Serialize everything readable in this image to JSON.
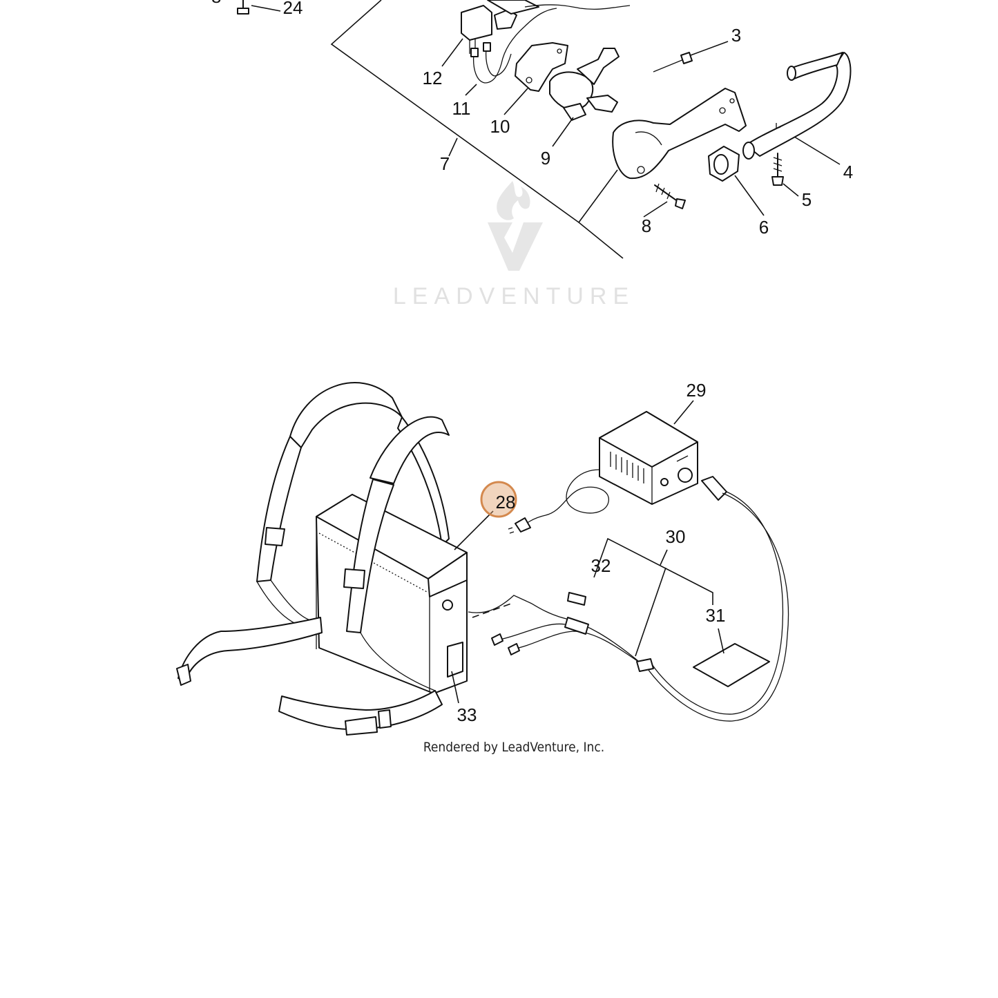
{
  "watermark": {
    "text": "LEADVENTURE",
    "icon": "leadventure-flame-logo"
  },
  "credit": "Rendered by LeadVenture, Inc.",
  "highlight_color": "#e0a26e",
  "callouts": {
    "c3": "3",
    "c4": "4",
    "c5": "5",
    "c6": "6",
    "c7": "7",
    "c8": "8",
    "c9": "9",
    "c10": "10",
    "c11": "11",
    "c12": "12",
    "c24": "24",
    "c28": "28",
    "c29": "29",
    "c30": "30",
    "c31": "31",
    "c32": "32",
    "c33": "33"
  },
  "selected_callout": "28"
}
